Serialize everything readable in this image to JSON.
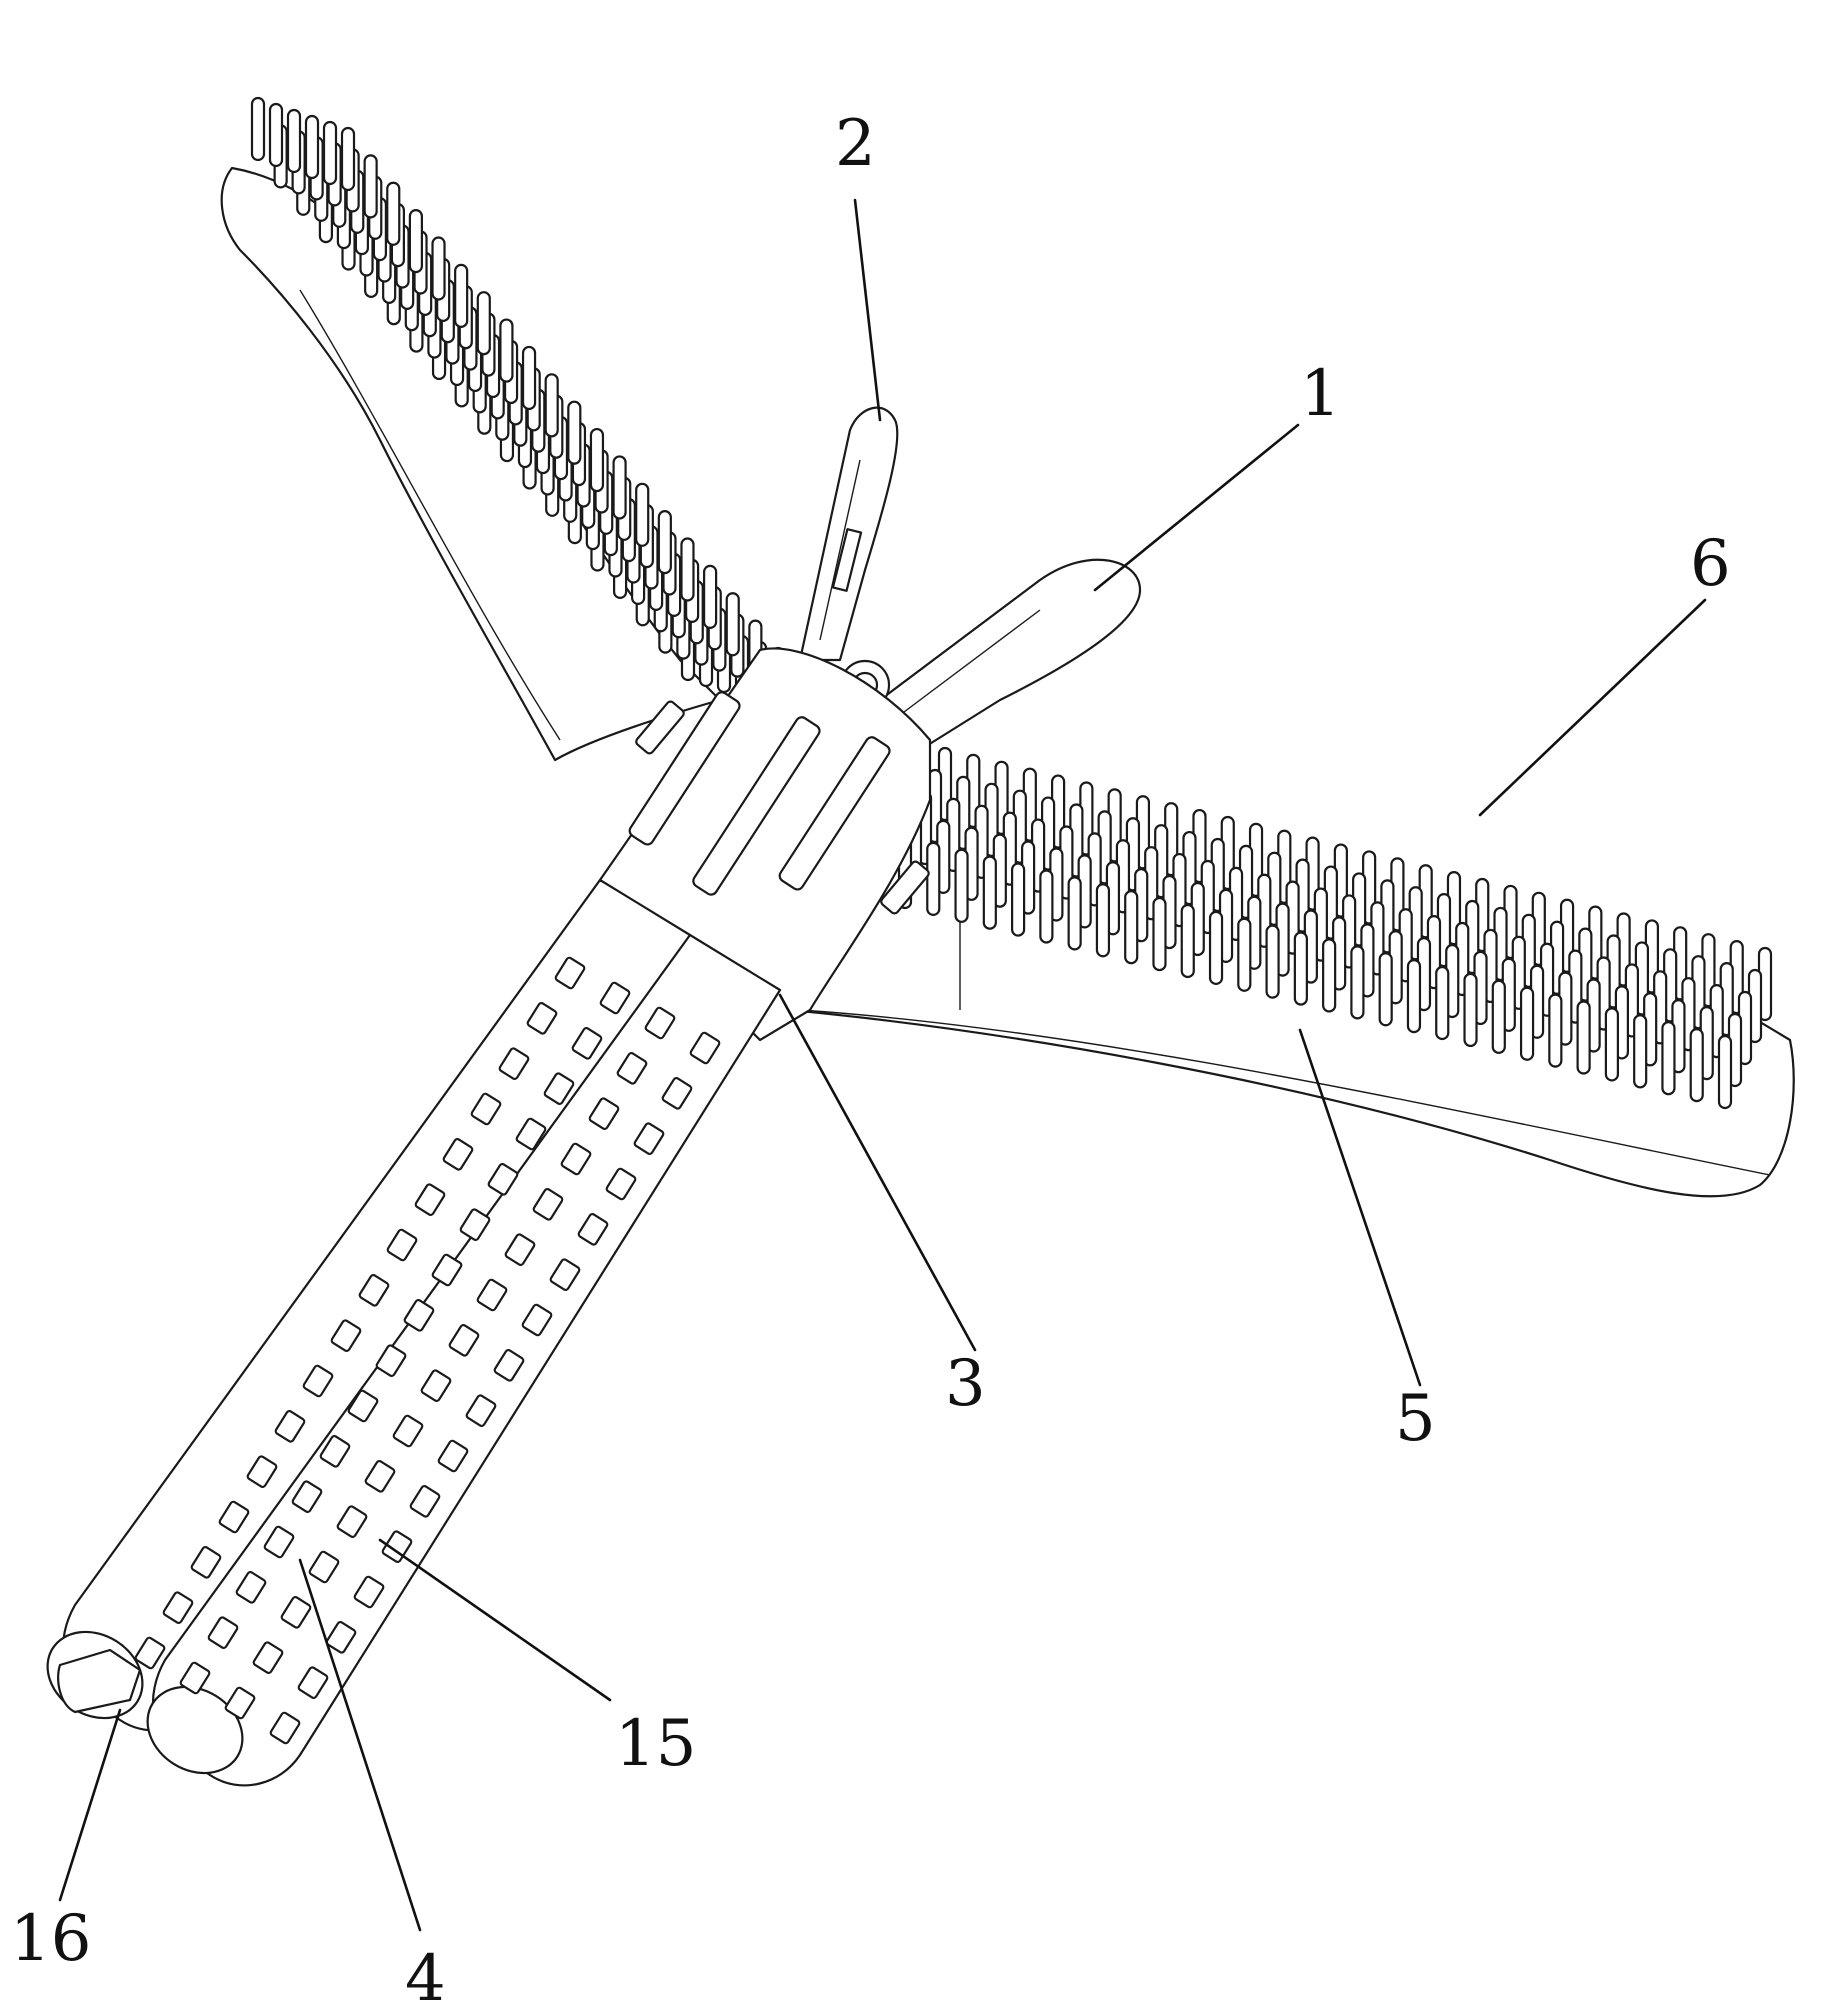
{
  "callouts": {
    "c1": "1",
    "c2": "2",
    "c3": "3",
    "c4": "4",
    "c5": "5",
    "c6": "6",
    "c15": "15",
    "c16": "16"
  },
  "colors": {
    "ink": "#1a1a1a",
    "paper": "#ffffff"
  }
}
